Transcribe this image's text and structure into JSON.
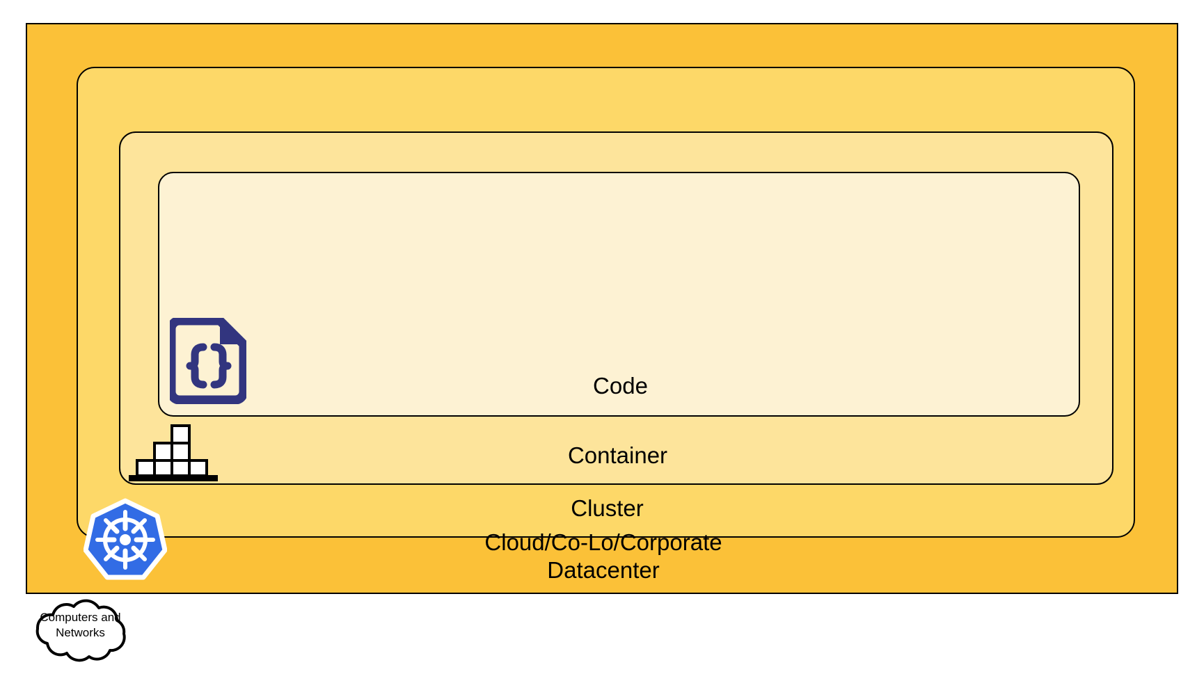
{
  "diagram": {
    "title": "Cloud Native Layered Stack",
    "layers": [
      {
        "id": "datacenter",
        "label": "Cloud/Co-Lo/Corporate\nDatacenter",
        "fill": "#FBC138",
        "stroke": "#000000",
        "icon": null
      },
      {
        "id": "cluster",
        "label": "Cluster",
        "fill": "#FDD868",
        "stroke": "#000000",
        "icon": "kubernetes-icon"
      },
      {
        "id": "container",
        "label": "Container",
        "fill": "#FDE49B",
        "stroke": "#000000",
        "icon": "container-boxes-icon"
      },
      {
        "id": "code",
        "label": "Code",
        "fill": "#FDF2D3",
        "stroke": "#000000",
        "icon": "code-file-icon"
      }
    ],
    "cloud": {
      "label": "Computers and\nNetworks",
      "fill": "#FFFFFF",
      "stroke": "#000000"
    },
    "colors": {
      "code_icon_navy": "#32357F",
      "kubernetes_blue": "#326CE5",
      "container_box_fill": "#FFFFFF",
      "container_base": "#000000",
      "text": "#000000",
      "page_background": "#FFFFFF"
    }
  }
}
